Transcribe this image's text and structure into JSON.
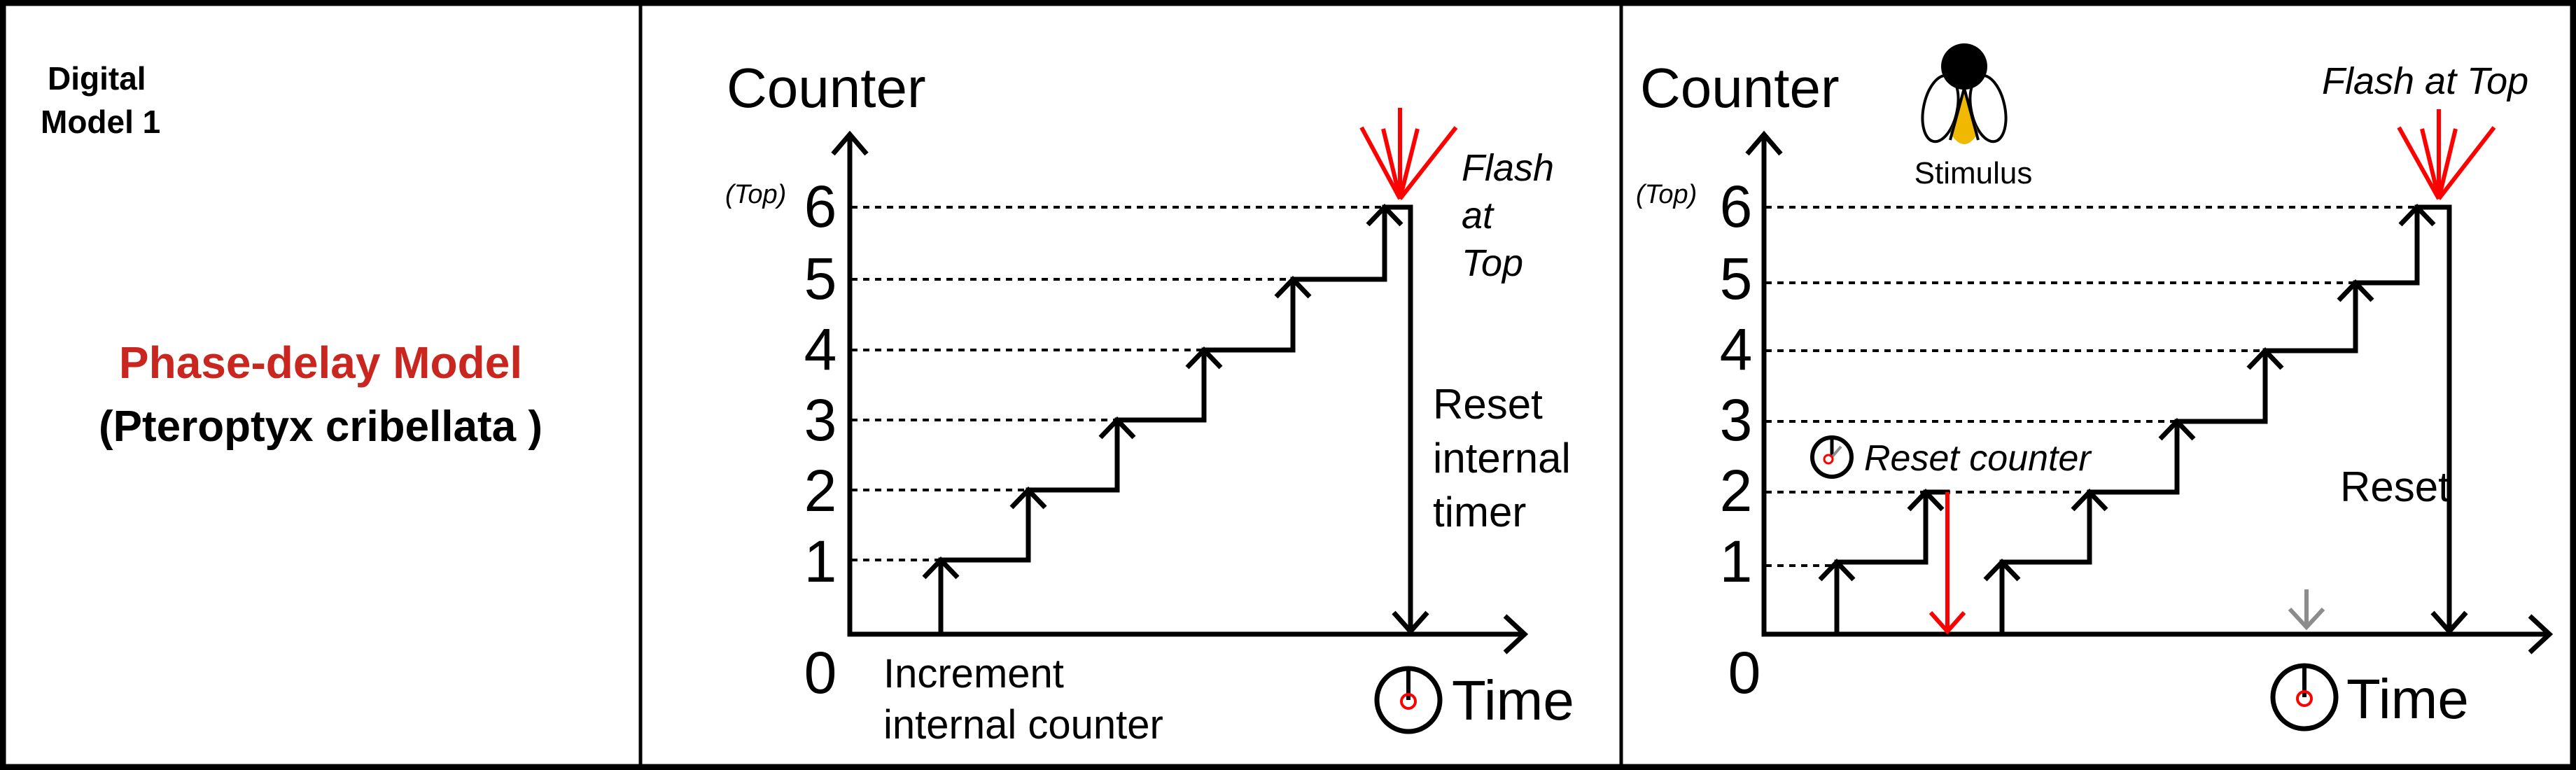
{
  "left_panel": {
    "label_line1": "Digital",
    "label_line2": "Model 1",
    "model_name": "Phase-delay Model",
    "species": "(Pteroptyx cribellata )"
  },
  "panel_normal": {
    "y_axis_label": "Counter",
    "top_label": "(Top)",
    "levels": [
      "0",
      "1",
      "2",
      "3",
      "4",
      "5",
      "6"
    ],
    "x_axis_label": "Time",
    "flash_lines": [
      "Flash",
      "at",
      "Top"
    ],
    "reset_lines": [
      "Reset",
      "internal",
      "timer"
    ],
    "increment_lines": [
      "Increment",
      "internal counter"
    ]
  },
  "panel_stimulus": {
    "y_axis_label": "Counter",
    "top_label": "(Top)",
    "levels": [
      "0",
      "1",
      "2",
      "3",
      "4",
      "5",
      "6"
    ],
    "x_axis_label": "Time",
    "stimulus_label": "Stimulus",
    "flash_label": "Flash at Top",
    "reset_counter_label": "Reset counter",
    "reset_label": "Reset"
  },
  "colors": {
    "title_red": "#c8261f",
    "flash_red": "#ff0000",
    "firefly_glow": "#f0b800",
    "ghost_arrow": "#8c8c8c"
  }
}
